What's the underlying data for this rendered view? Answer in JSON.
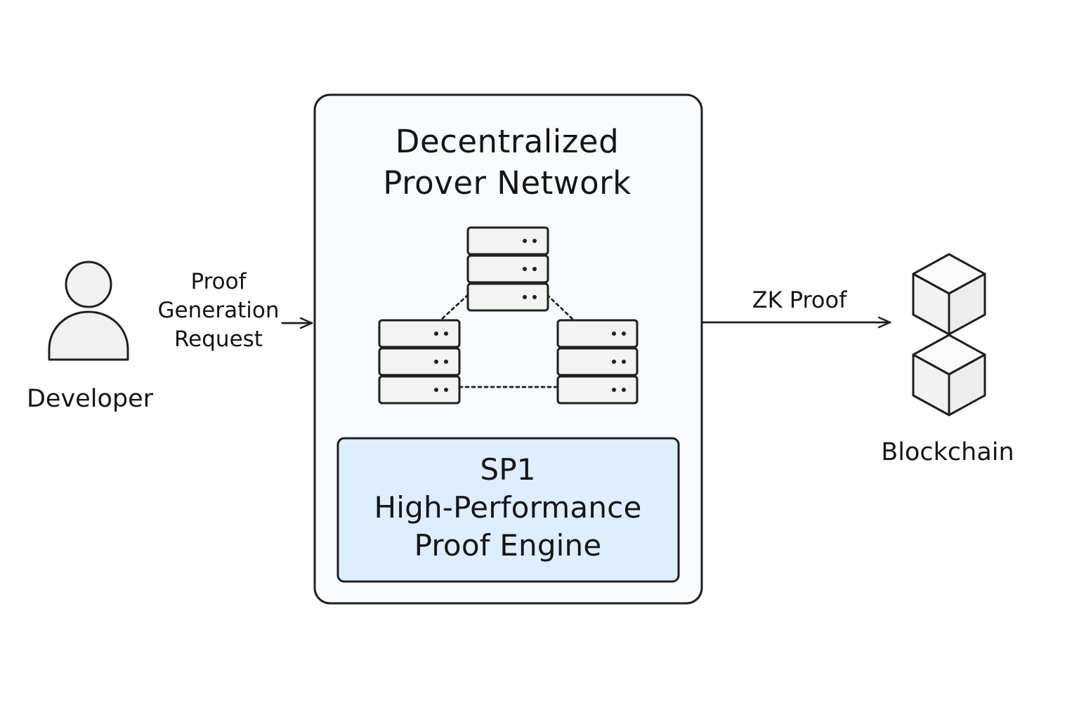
{
  "diagram": {
    "network": {
      "title_lines": [
        "Decentralized",
        "Prover Network"
      ],
      "panel_fill": "#f8fbff",
      "stroke": "#1f1f1f"
    },
    "engine": {
      "lines": [
        "SP1",
        "High-Performance",
        "Proof Engine"
      ],
      "fill": "#ddeeff"
    },
    "developer": {
      "label": "Developer",
      "icon": "user-icon"
    },
    "request": {
      "lines": [
        "Proof",
        "Generation",
        "Request"
      ]
    },
    "output": {
      "label": "ZK Proof"
    },
    "blockchain": {
      "label": "Blockchain",
      "icon": "stacked-cubes-icon"
    },
    "colors": {
      "stroke": "#1f1f1f",
      "server_fill": "#f3f3f3",
      "icon_fill": "#f1f1f1"
    }
  }
}
